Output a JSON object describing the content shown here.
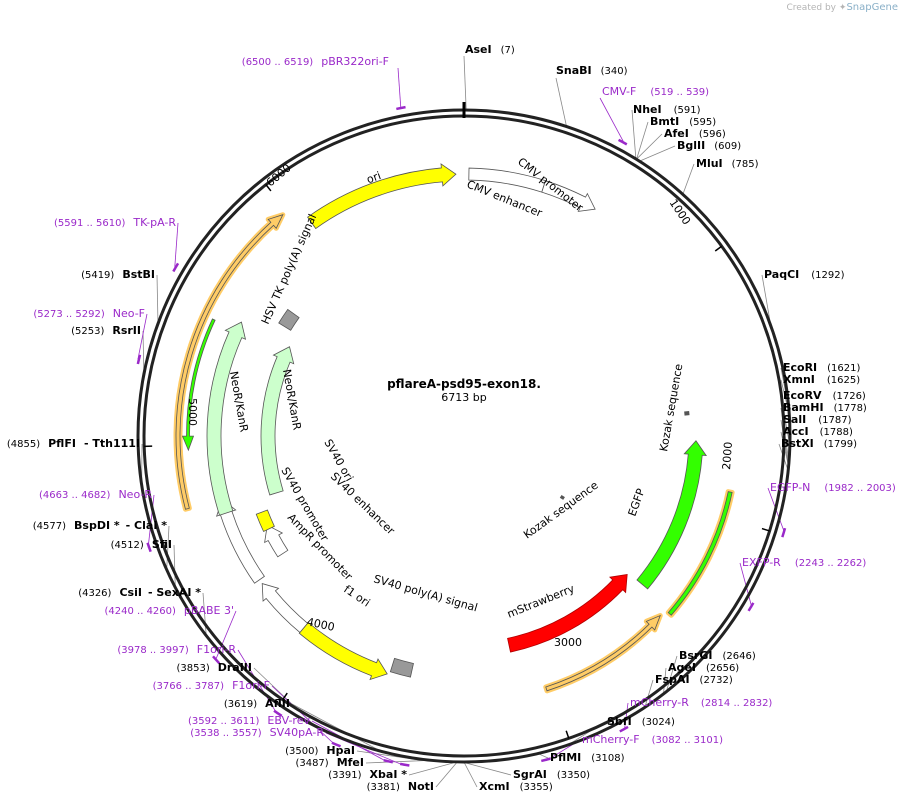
{
  "credit": {
    "prefix": "Created by",
    "brand": "SnapGene"
  },
  "plasmid": {
    "name": "pflareA-psd95-exon18.",
    "size": "6713 bp",
    "length": 6713
  },
  "colors": {
    "enzyme": "#000000",
    "primer": "#9a29c9",
    "backbone": "#222222",
    "yellow": "#ffff00",
    "green_light": "#ccffcc",
    "green": "#33ff00",
    "red": "#ff0000",
    "white": "#ffffff",
    "grey": "#999999",
    "orange_halo": "#ffcc66"
  },
  "ticks": [
    "1000",
    "2000",
    "3000",
    "4000",
    "5000",
    "6000"
  ],
  "enzymes": [
    {
      "name": "AseI",
      "pos": "(7)"
    },
    {
      "name": "SnaBI",
      "pos": "(340)"
    },
    {
      "name": "NheI",
      "pos": "(591)"
    },
    {
      "name": "BmtI",
      "pos": "(595)"
    },
    {
      "name": "AfeI",
      "pos": "(596)"
    },
    {
      "name": "BglII",
      "pos": "(609)"
    },
    {
      "name": "MluI",
      "pos": "(785)"
    },
    {
      "name": "PaqCI",
      "pos": "(1292)"
    },
    {
      "name": "EcoRI",
      "pos": "(1621)"
    },
    {
      "name": "XmnI",
      "pos": "(1625)"
    },
    {
      "name": "EcoRV",
      "pos": "(1726)"
    },
    {
      "name": "BamHI",
      "pos": "(1778)"
    },
    {
      "name": "SalI",
      "pos": "(1787)"
    },
    {
      "name": "AccI",
      "pos": "(1788)"
    },
    {
      "name": "BstXI",
      "pos": "(1799)"
    },
    {
      "name": "BsrGI",
      "pos": "(2646)"
    },
    {
      "name": "AgeI",
      "pos": "(2656)"
    },
    {
      "name": "FspAI",
      "pos": "(2732)"
    },
    {
      "name": "SbfI",
      "pos": "(3024)"
    },
    {
      "name": "PflMI",
      "pos": "(3108)"
    },
    {
      "name": "SgrAI",
      "pos": "(3350)"
    },
    {
      "name": "XcmI",
      "pos": "(3355)"
    },
    {
      "name": "NotI",
      "pos": "(3381)"
    },
    {
      "name": "XbaI *",
      "pos": "(3391)"
    },
    {
      "name": "MfeI",
      "pos": "(3487)"
    },
    {
      "name": "HpaI",
      "pos": "(3500)"
    },
    {
      "name": "AflII",
      "pos": "(3619)"
    },
    {
      "name": "DraIII",
      "pos": "(3853)"
    },
    {
      "name": "CsiI",
      "pos": "(4326)",
      "extra": "- SexAI *"
    },
    {
      "name": "SfiI",
      "pos": "(4512)"
    },
    {
      "name": "BspDI *",
      "pos": "(4577)",
      "extra": "- ClaI *"
    },
    {
      "name": "PflFI",
      "pos": "(4855)",
      "extra": "- Tth111I"
    },
    {
      "name": "RsrII",
      "pos": "(5253)"
    },
    {
      "name": "BstBI",
      "pos": "(5419)"
    }
  ],
  "primers": [
    {
      "name": "pBR322ori-F",
      "range": "(6500 .. 6519)"
    },
    {
      "name": "CMV-F",
      "range": "(519 .. 539)"
    },
    {
      "name": "EGFP-N",
      "range": "(1982 .. 2003)"
    },
    {
      "name": "EXFP-R",
      "range": "(2243 .. 2262)"
    },
    {
      "name": "mCherry-R",
      "range": "(2814 .. 2832)"
    },
    {
      "name": "mCherry-F",
      "range": "(3082 .. 3101)"
    },
    {
      "name": "F1ori-R",
      "range": "(3978 .. 3997)"
    },
    {
      "name": "F1ori-F",
      "range": "(3766 .. 3787)"
    },
    {
      "name": "EBV-rev",
      "range": "(3592 .. 3611)"
    },
    {
      "name": "SV40pA-R",
      "range": "(3538 .. 3557)"
    },
    {
      "name": "pBABE 3'",
      "range": "(4240 .. 4260)"
    },
    {
      "name": "Neo-R",
      "range": "(4663 .. 4682)"
    },
    {
      "name": "Neo-F",
      "range": "(5273 .. 5292)"
    },
    {
      "name": "TK-pA-R",
      "range": "(5591 .. 5610)"
    }
  ],
  "features": [
    {
      "name": "ori",
      "color": "yellow"
    },
    {
      "name": "CMV enhancer",
      "color": "white"
    },
    {
      "name": "CMV promoter",
      "color": "white"
    },
    {
      "name": "Kozak sequence",
      "color": "white"
    },
    {
      "name": "EGFP",
      "color": "green"
    },
    {
      "name": "Kozak sequence",
      "color": "white"
    },
    {
      "name": "mStrawberry",
      "color": "red"
    },
    {
      "name": "SV40 poly(A) signal",
      "color": "grey"
    },
    {
      "name": "f1 ori",
      "color": "yellow"
    },
    {
      "name": "AmpR promoter",
      "color": "white"
    },
    {
      "name": "SV40 promoter",
      "color": "white"
    },
    {
      "name": "SV40 enhancer",
      "color": "white"
    },
    {
      "name": "SV40 ori",
      "color": "yellow"
    },
    {
      "name": "NeoR/KanR",
      "color": "green_light"
    },
    {
      "name": "NeoR/KanR",
      "color": "green_light"
    },
    {
      "name": "HSV TK poly(A) signal",
      "color": "grey"
    }
  ]
}
